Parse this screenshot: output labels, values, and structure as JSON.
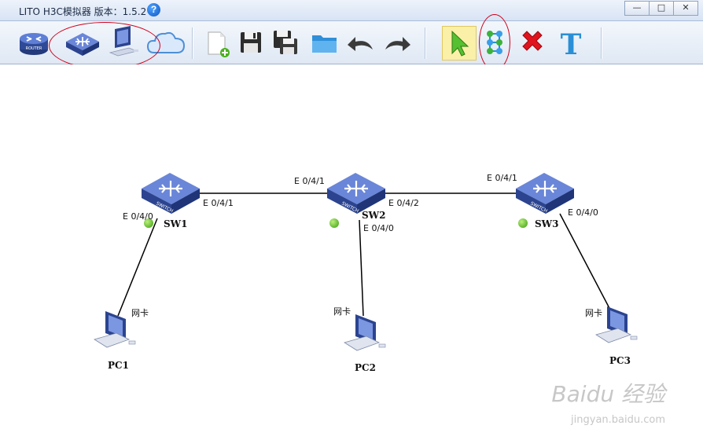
{
  "window": {
    "title": "LITO H3C模拟器 版本：1.5.2",
    "help_glyph": "?",
    "controls": [
      "—",
      "□",
      "✕"
    ]
  },
  "toolbar": {
    "router_caption": "ROUTER",
    "switch_caption": "SWITCH",
    "text_tool_glyph": "T"
  },
  "devices": {
    "sw1": {
      "name": "SW1",
      "caption": "SWITCH"
    },
    "sw2": {
      "name": "SW2",
      "caption": "SWITCH"
    },
    "sw3": {
      "name": "SW3",
      "caption": "SWITCH"
    },
    "pc1": {
      "name": "PC1",
      "nic": "网卡"
    },
    "pc2": {
      "name": "PC2",
      "nic": "网卡"
    },
    "pc3": {
      "name": "PC3",
      "nic": "网卡"
    }
  },
  "ports": {
    "sw1_to_sw2": "E 0/4/1",
    "sw2_from_sw1": "E 0/4/1",
    "sw1_to_pc1": "E 0/4/0",
    "sw2_to_sw3": "E 0/4/2",
    "sw3_from_sw2": "E 0/4/1",
    "sw2_to_pc2": "E 0/4/0",
    "sw3_to_pc3": "E 0/4/0"
  },
  "status_color": "#3a9b10",
  "watermark": {
    "main": "Baidu 经验",
    "sub": "jingyan.baidu.com"
  }
}
